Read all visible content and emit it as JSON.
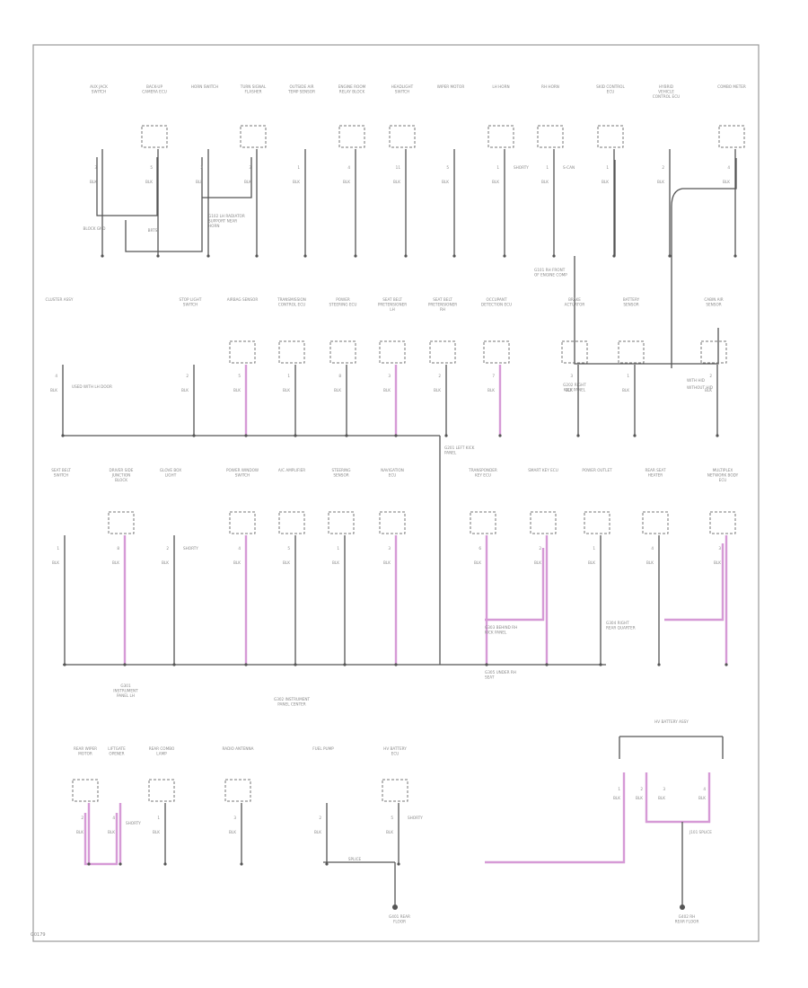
{
  "figure": {
    "code": "G0179",
    "colors": {
      "ground_wire": "#555555",
      "highlight_wire": "#d69ad6"
    },
    "row1": [
      {
        "id": "r1c1",
        "label": "AUX JACK SWITCH",
        "pin": "3",
        "wire": "BLK"
      },
      {
        "id": "r1c2",
        "label": "BACK-UP CAMERA ECU",
        "pin": "5",
        "wire": "BLK"
      },
      {
        "id": "r1c3",
        "label": "HORN SWITCH",
        "pin": "2",
        "wire": "BLK"
      },
      {
        "id": "r1c4",
        "label": "TURN SIGNAL FLASHER",
        "pin": "3",
        "wire": "BLK"
      },
      {
        "id": "r1c5",
        "label": "OUTSIDE AIR TEMP SENSOR",
        "pin": "1",
        "wire": "BLK"
      },
      {
        "id": "r1c6",
        "label": "ENGINE ROOM RELAY BLOCK",
        "pin": "4",
        "wire": "BLK"
      },
      {
        "id": "r1c7",
        "label": "HEADLIGHT SWITCH",
        "pin": "11",
        "wire": "BLK"
      },
      {
        "id": "r1c8",
        "label": "WIPER MOTOR",
        "pin": "5",
        "wire": "BLK"
      },
      {
        "id": "r1c9",
        "label": "LH HORN",
        "pin": "1",
        "wire": "BLK",
        "tag": "SHORTY"
      },
      {
        "id": "r1c10",
        "label": "RH HORN",
        "pin": "1",
        "wire": "BLK",
        "tag": "S-CAN"
      },
      {
        "id": "r1c11",
        "label": "SKID CONTROL ECU",
        "pin": "1",
        "wire": "BLK"
      },
      {
        "id": "r1c12",
        "label": "HYBRID VEHICLE CONTROL ECU",
        "pin": "2",
        "wire": "BLK"
      },
      {
        "id": "r1c13",
        "label": "COMBO METER",
        "pin": "4",
        "wire": "BLK"
      }
    ],
    "row1_notes": {
      "left_ground": "BLOCK GND",
      "left_tag": "BRTS",
      "splice": "G102 LH RADIATOR SUPPORT NEAR HORN",
      "upper_right": "G101 RH FRONT OF ENGINE COMP"
    },
    "row2": [
      {
        "id": "r2c1",
        "label": "CLUSTER ASSY",
        "pin": "4",
        "wire": "BLK"
      },
      {
        "id": "r2c2",
        "label": "STOP LIGHT SWITCH",
        "pin": "2",
        "wire": "BLK"
      },
      {
        "id": "r2c3",
        "label": "AIRBAG SENSOR",
        "pin": "5",
        "wire": "BLK"
      },
      {
        "id": "r2c4",
        "label": "TRANSMISSION CONTROL ECU",
        "pin": "1",
        "wire": "BLK"
      },
      {
        "id": "r2c5",
        "label": "POWER STEERING ECU",
        "pin": "8",
        "wire": "BLK"
      },
      {
        "id": "r2c6",
        "label": "SEAT BELT PRETENSIONER LH",
        "pin": "3",
        "wire": "BLK"
      },
      {
        "id": "r2c7",
        "label": "SEAT BELT PRETENSIONER RH",
        "pin": "2",
        "wire": "BLK"
      },
      {
        "id": "r2c8",
        "label": "OCCUPANT DETECTION ECU",
        "pin": "7",
        "wire": "BLK"
      },
      {
        "id": "r2c9",
        "label": "BRAKE ACTUATOR",
        "pin": "3",
        "wire": "BLK"
      },
      {
        "id": "r2c10",
        "label": "BATTERY SENSOR",
        "pin": "1",
        "wire": "BLK"
      },
      {
        "id": "r2c11",
        "label": "CABIN AIR SENSOR",
        "pin": "2",
        "wire": "BLK"
      }
    ],
    "row2_notes": {
      "cluster_note": "USED WITH LH DOOR",
      "splice_bottom": "G201 LEFT KICK PANEL",
      "center_block": "G202 RIGHT KICK PANEL",
      "legend": [
        "WITH HID",
        "WITHOUT HID"
      ]
    },
    "row3": [
      {
        "id": "r3c1",
        "label": "SEAT BELT SWITCH",
        "pin": "1",
        "wire": "BLK"
      },
      {
        "id": "r3c2",
        "label": "DRIVER SIDE JUNCTION BLOCK",
        "pin": "8",
        "wire": "BLK"
      },
      {
        "id": "r3c3",
        "label": "GLOVE BOX LIGHT",
        "pin": "2",
        "wire": "BLK",
        "tag": "SHORTY"
      },
      {
        "id": "r3c4",
        "label": "POWER WINDOW SWITCH",
        "pin": "4",
        "wire": "BLK"
      },
      {
        "id": "r3c5",
        "label": "A/C AMPLIFIER",
        "pin": "5",
        "wire": "BLK"
      },
      {
        "id": "r3c6",
        "label": "STEERING SENSOR",
        "pin": "1",
        "wire": "BLK"
      },
      {
        "id": "r3c7",
        "label": "NAVIGATION ECU",
        "pin": "3",
        "wire": "BLK"
      },
      {
        "id": "r3c8",
        "label": "TRANSPONDER KEY ECU",
        "pin": "6",
        "wire": "BLK"
      },
      {
        "id": "r3c9",
        "label": "SMART KEY ECU",
        "pin": "2",
        "wire": "BLK"
      },
      {
        "id": "r3c10",
        "label": "POWER OUTLET",
        "pin": "1",
        "wire": "BLK"
      },
      {
        "id": "r3c11",
        "label": "REAR SEAT HEATER",
        "pin": "4",
        "wire": "BLK"
      },
      {
        "id": "r3c12",
        "label": "MULTIPLEX NETWORK BODY ECU",
        "pin": "3",
        "wire": "BLK"
      }
    ],
    "row3_notes": {
      "left": "G301 INSTRUMENT PANEL LH",
      "center": "G302 INSTRUMENT PANEL CENTER",
      "right_a": "G303 BEHIND RH KICK PANEL",
      "right_b": "G304 RIGHT REAR QUARTER",
      "right_c": "G305 UNDER RH SEAT"
    },
    "row4": [
      {
        "id": "r4c1",
        "label": "REAR WIPER MOTOR",
        "pin": "2",
        "wire": "BLK"
      },
      {
        "id": "r4c2",
        "label": "LIFTGATE OPENER",
        "pin": "4",
        "wire": "BLK"
      },
      {
        "id": "r4c3",
        "label": "REAR COMBO LAMP",
        "pin": "1",
        "wire": "BLK"
      },
      {
        "id": "r4c4",
        "label": "RADIO ANTENNA",
        "pin": "3",
        "wire": "BLK"
      },
      {
        "id": "r4c5",
        "label": "FUEL PUMP",
        "pin": "2",
        "wire": "BLK"
      },
      {
        "id": "r4c6",
        "label": "HV BATTERY ECU",
        "pin": "5",
        "wire": "BLK",
        "tag": "SHORTY"
      }
    ],
    "row4_notes": {
      "left_tag": "SHORTY",
      "splice": "SPLICE",
      "center_ground": "G401 REAR FLOOR",
      "right_ground": "G402 RH REAR FLOOR",
      "hv_label": "HV BATTERY ASSY",
      "hv_splice": "J101 SPLICE"
    }
  }
}
